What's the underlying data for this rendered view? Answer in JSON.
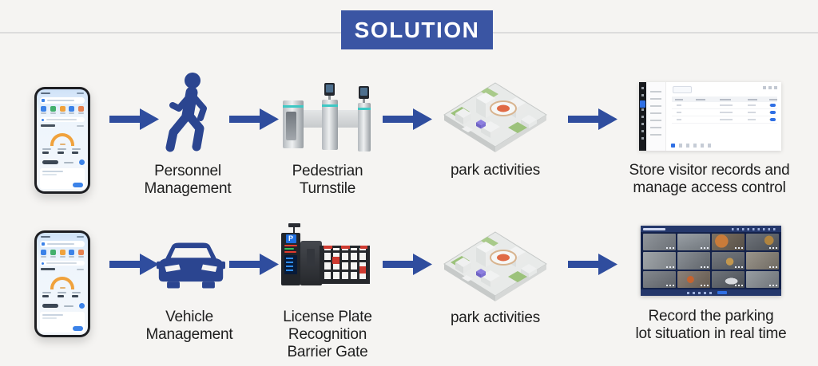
{
  "banner": {
    "label": "SOLUTION"
  },
  "rows": [
    {
      "id": "personnel-flow",
      "steps": [
        {
          "name": "mobile-app",
          "label": ""
        },
        {
          "name": "personnel-management",
          "label": "Personnel\nManagement"
        },
        {
          "name": "pedestrian-turnstile",
          "label": "Pedestrian\nTurnstile"
        },
        {
          "name": "park-activities",
          "label": "park activities"
        },
        {
          "name": "visitor-records-outcome",
          "label": "Store visitor records and\nmanage access control"
        }
      ]
    },
    {
      "id": "vehicle-flow",
      "steps": [
        {
          "name": "mobile-app",
          "label": ""
        },
        {
          "name": "vehicle-management",
          "label": "Vehicle\nManagement"
        },
        {
          "name": "license-plate-barrier-gate",
          "label": "License Plate\nRecognition\nBarrier Gate"
        },
        {
          "name": "park-activities",
          "label": "park activities"
        },
        {
          "name": "parking-recording-outcome",
          "label": "Record the parking\nlot situation in real time"
        }
      ]
    }
  ],
  "graphics": {
    "gate_sign": "P"
  },
  "icons": {
    "flow-arrow-icon": "solid right block arrow",
    "walking-person-icon": "pedestrian walking figure",
    "car-icon": "car front view",
    "smartphone-mockup": "mobile management app screenshot",
    "turnstile-graphic": "face-recognition pedestrian turnstile lanes",
    "park-map-graphic": "isometric 3D campus map with stadium",
    "admin-software-graphic": "desktop records management window",
    "barrier-gate-graphic": "license plate recognition kiosk with fence barrier arm",
    "video-wall-graphic": "12-camera surveillance monitoring grid"
  },
  "colors": {
    "background": "#f5f4f2",
    "divider": "#dcdcdc",
    "banner_blue": "#3a55a3",
    "arrow_blue": "#2f4d9e",
    "pictogram_blue": "#2b4590",
    "label_text": "#1e1e1e",
    "turnstile_led_teal": "#3ec8c4",
    "gauge_orange": "#f0a23c",
    "fence_red": "#cf3a30",
    "gate_sign_blue": "#1f6fe0",
    "software_accent_blue": "#2f6fe4"
  }
}
